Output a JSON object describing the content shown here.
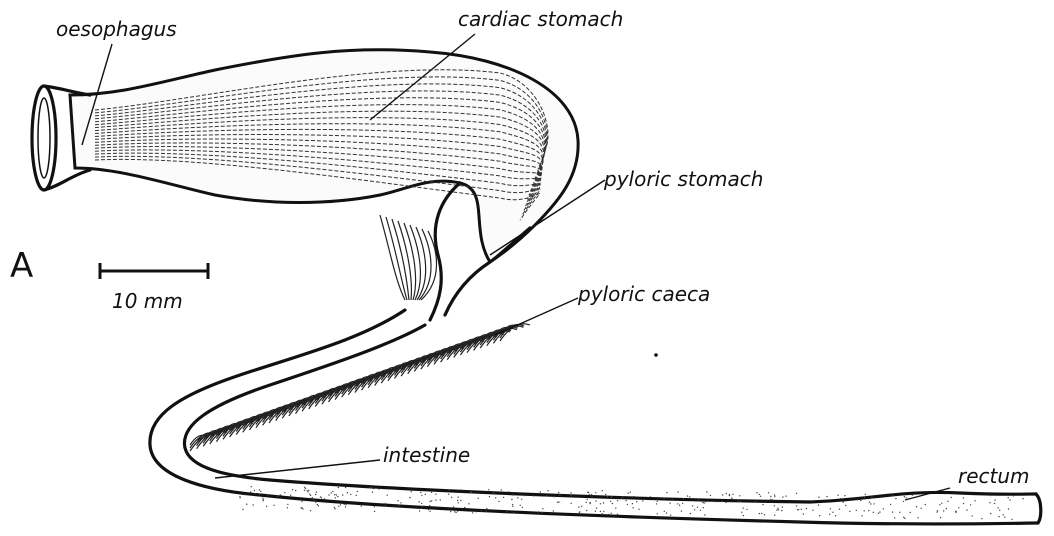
{
  "figure": {
    "panel_letter": "A",
    "scale_bar_label": "10 mm",
    "labels": {
      "oesophagus": "oesophagus",
      "cardiac_stomach": "cardiac stomach",
      "pyloric_stomach": "pyloric stomach",
      "pyloric_caeca": "pyloric caeca",
      "intestine": "intestine",
      "rectum": "rectum"
    }
  }
}
